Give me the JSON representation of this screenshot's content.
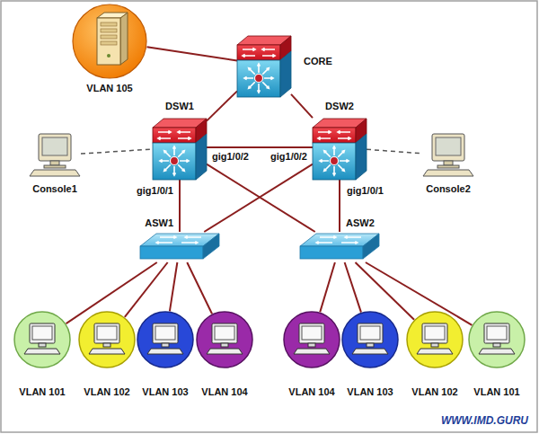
{
  "diagram": {
    "nodes": [
      {
        "text": [
          "VLAN 105"
        ]
      },
      {
        "text": [
          "CORE"
        ]
      },
      {
        "text": [
          "DSW1"
        ]
      },
      {
        "text": [
          "DSW2"
        ]
      },
      {
        "text": [
          "Console1"
        ]
      },
      {
        "text": [
          "Console2"
        ]
      },
      {
        "text": [
          "ASW1"
        ]
      },
      {
        "text": [
          "ASW2"
        ]
      },
      {
        "text": [
          "VLAN 101"
        ]
      },
      {
        "text": [
          "VLAN 102"
        ]
      },
      {
        "text": [
          "VLAN 103"
        ]
      },
      {
        "text": [
          "VLAN 104"
        ]
      },
      {
        "text": [
          "VLAN 104"
        ]
      },
      {
        "text": [
          "VLAN 103"
        ]
      },
      {
        "text": [
          "VLAN 102"
        ]
      },
      {
        "text": [
          "VLAN 101"
        ]
      }
    ],
    "edges": [
      {
        "from": 0,
        "to": 1,
        "arrow": "none"
      },
      {
        "from": 1,
        "to": 2,
        "arrow": "none"
      },
      {
        "from": 1,
        "to": 3,
        "arrow": "none"
      },
      {
        "from": 2,
        "to": 3,
        "arrow": "none"
      },
      {
        "from": 4,
        "to": 2,
        "arrow": "none"
      },
      {
        "from": 3,
        "to": 5,
        "arrow": "none"
      },
      {
        "from": 2,
        "to": 6,
        "arrow": "none"
      },
      {
        "from": 2,
        "to": 7,
        "arrow": "none"
      },
      {
        "from": 3,
        "to": 6,
        "arrow": "none"
      },
      {
        "from": 3,
        "to": 7,
        "arrow": "none"
      },
      {
        "from": 6,
        "to": 8,
        "arrow": "none"
      },
      {
        "from": 6,
        "to": 9,
        "arrow": "none"
      },
      {
        "from": 6,
        "to": 10,
        "arrow": "none"
      },
      {
        "from": 6,
        "to": 11,
        "arrow": "none"
      },
      {
        "from": 7,
        "to": 12,
        "arrow": "none"
      },
      {
        "from": 7,
        "to": 13,
        "arrow": "none"
      },
      {
        "from": 7,
        "to": 14,
        "arrow": "none"
      },
      {
        "from": 7,
        "to": 15,
        "arrow": "none"
      }
    ],
    "labels": [
      "gig1/0/1",
      "gig1/0/2",
      "gig1/0/2",
      "gig1/0/1",
      "WWW.IMD.GURU"
    ]
  }
}
